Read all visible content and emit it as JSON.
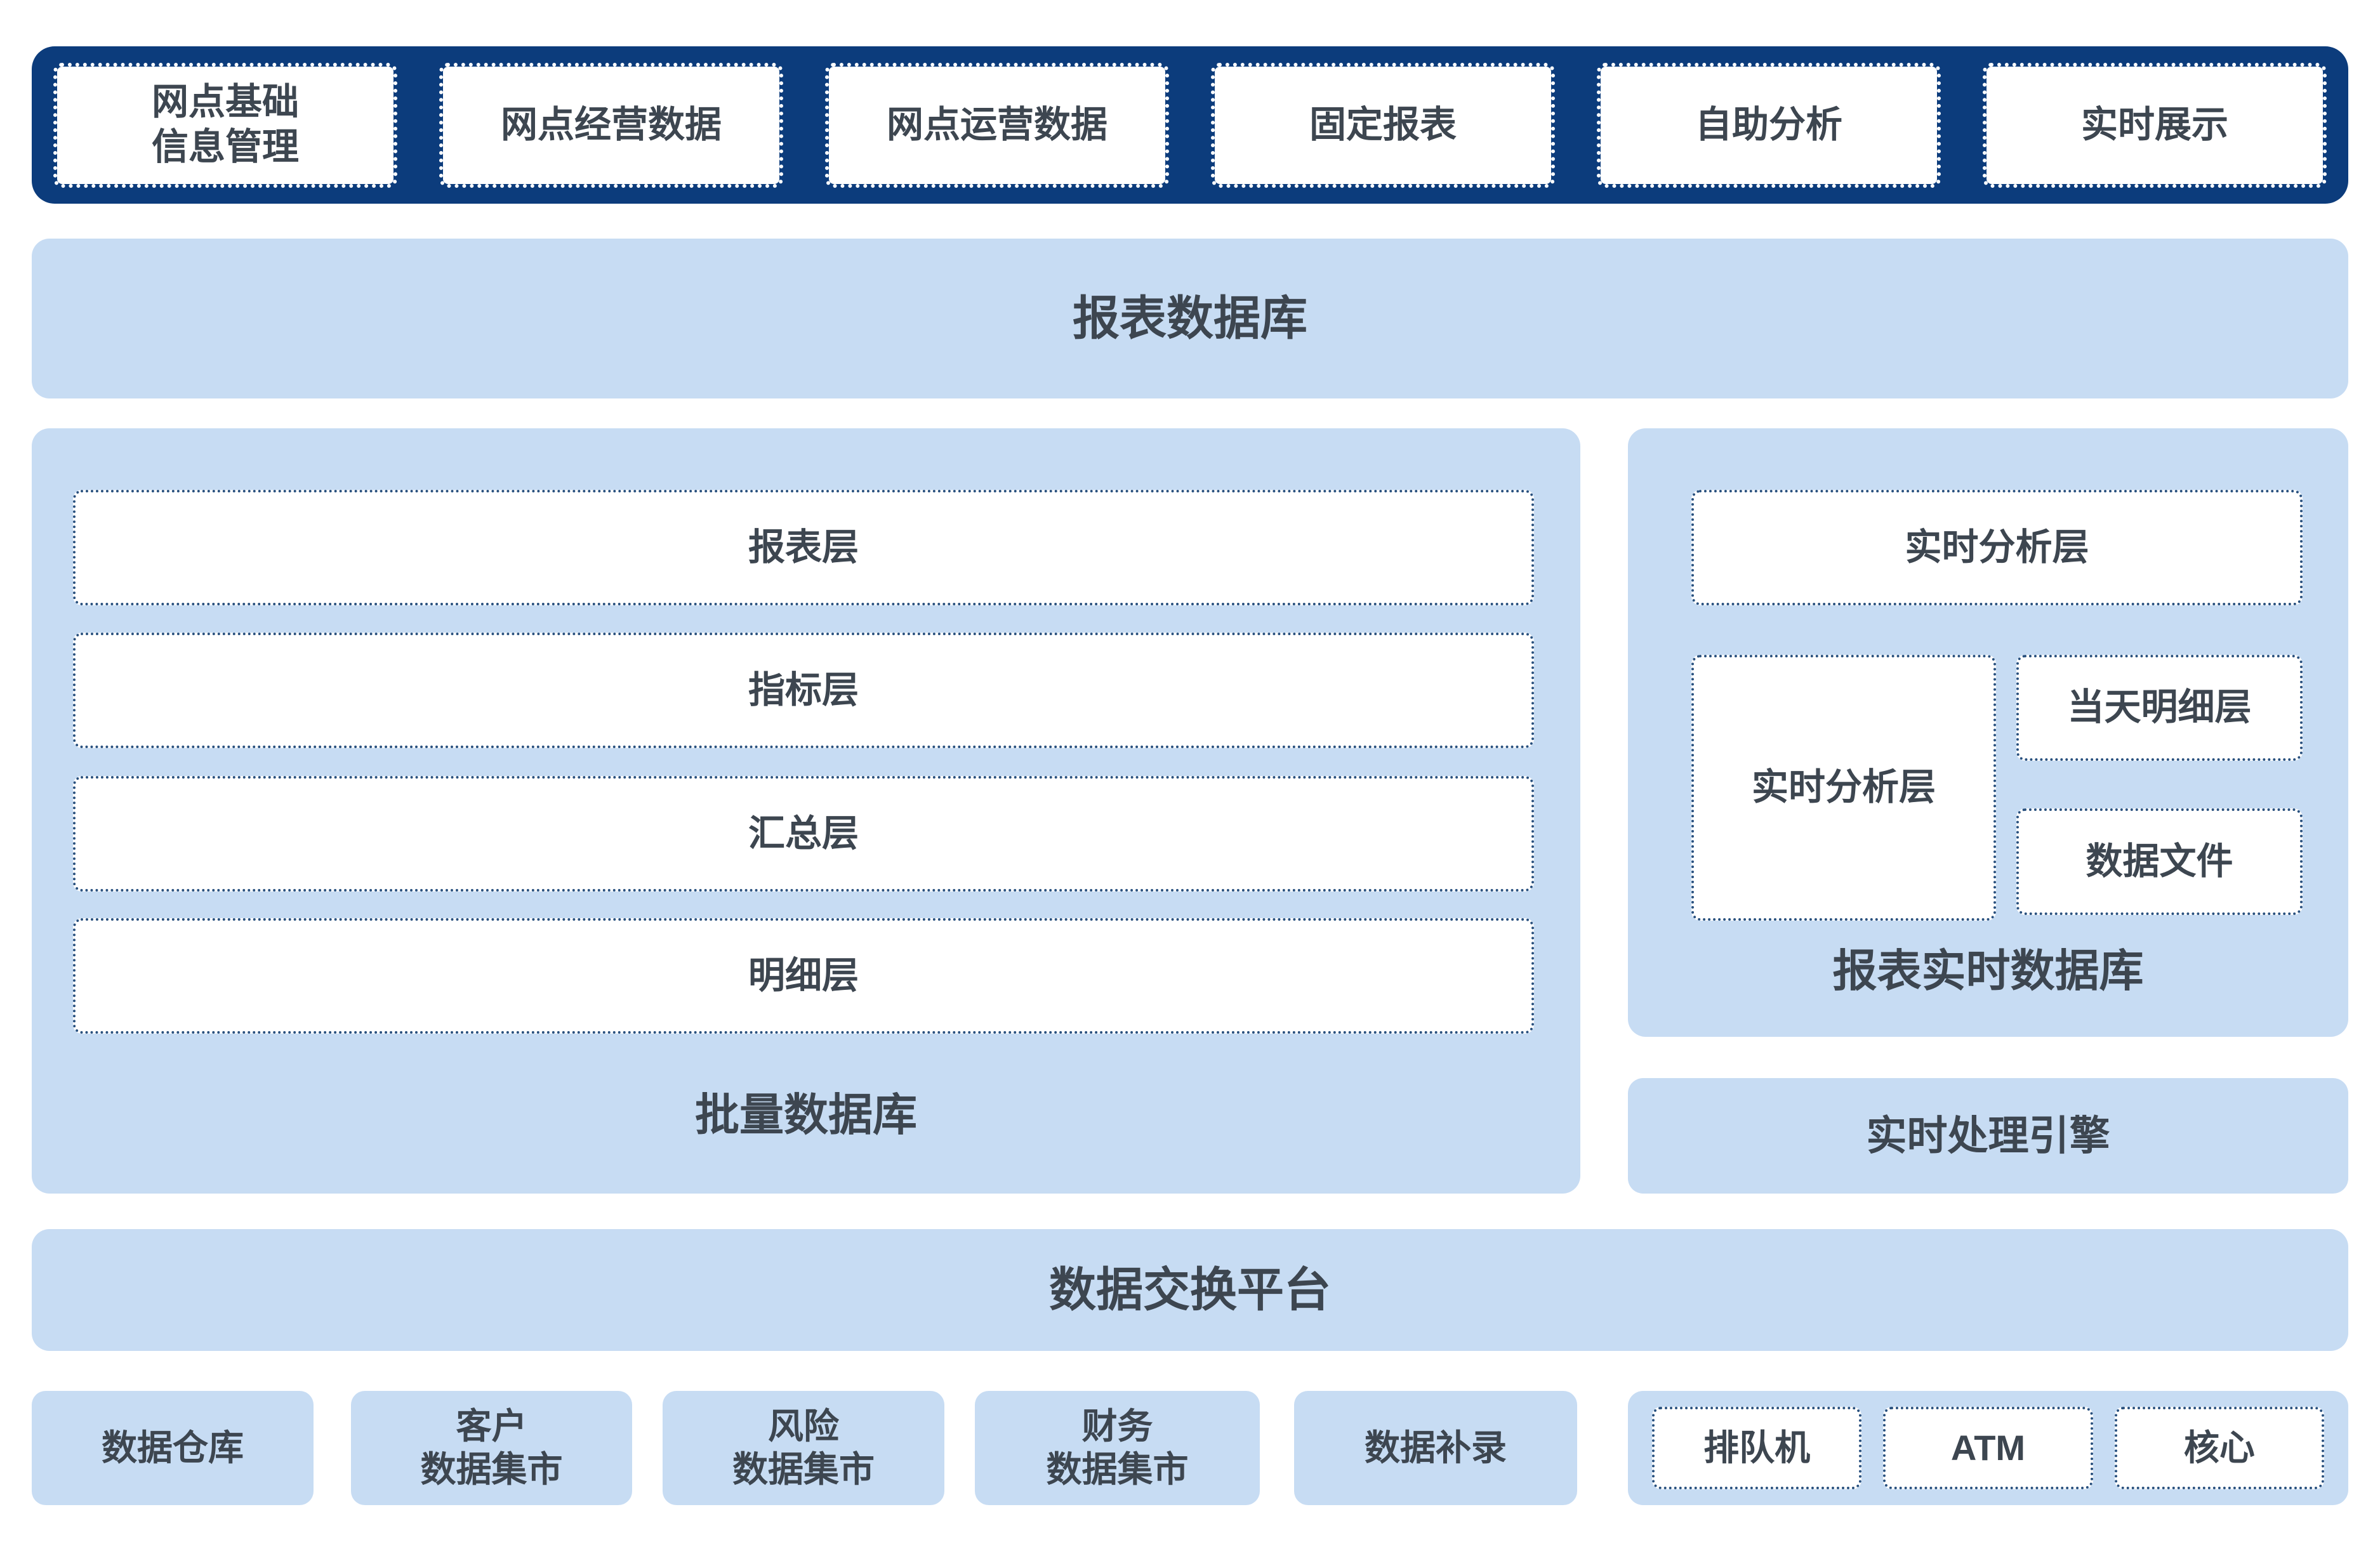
{
  "palette": {
    "navy": "#0c3c7c",
    "panel_blue": "#c7dcf3",
    "dotted_border_blue": "#28507e",
    "text": "#3d4650",
    "white": "#ffffff"
  },
  "top_bar": {
    "items": [
      {
        "label": "网点基础\n信息管理"
      },
      {
        "label": "网点经营数据"
      },
      {
        "label": "网点运营数据"
      },
      {
        "label": "固定报表"
      },
      {
        "label": "自助分析"
      },
      {
        "label": "实时展示"
      }
    ]
  },
  "report_db_bar": {
    "label": "报表数据库"
  },
  "batch_db": {
    "layers": [
      {
        "label": "报表层"
      },
      {
        "label": "指标层"
      },
      {
        "label": "汇总层"
      },
      {
        "label": "明细层"
      }
    ],
    "title": "批量数据库"
  },
  "realtime_db": {
    "analysis_top": "实时分析层",
    "analysis_left": "实时分析层",
    "today_detail": "当天明细层",
    "data_file": "数据文件",
    "title": "报表实时数据库"
  },
  "realtime_engine": {
    "label": "实时处理引擎"
  },
  "data_exchange": {
    "label": "数据交换平台"
  },
  "sources": [
    {
      "label": "数据仓库"
    },
    {
      "label": "客户\n数据集市"
    },
    {
      "label": "风险\n数据集市"
    },
    {
      "label": "财务\n数据集市"
    },
    {
      "label": "数据补录"
    }
  ],
  "channels": [
    {
      "label": "排队机"
    },
    {
      "label": "ATM"
    },
    {
      "label": "核心"
    }
  ]
}
